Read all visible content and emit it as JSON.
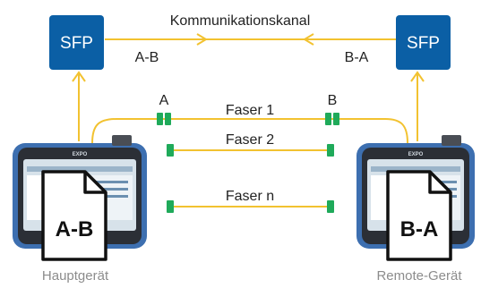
{
  "channel_title": "Kommunikationskanal",
  "sfp_left": "SFP",
  "sfp_right": "SFP",
  "direction_left": "A-B",
  "direction_right": "B-A",
  "connector_a": "A",
  "connector_b": "B",
  "fibers": [
    "Faser 1",
    "Faser 2",
    "Faser n"
  ],
  "device_left": {
    "brand": "EXPO",
    "file": "A-B",
    "caption": "Hauptgerät"
  },
  "device_right": {
    "brand": "EXPO",
    "file": "B-A",
    "caption": "Remote-Gerät"
  },
  "colors": {
    "sfp": "#0b5fa5",
    "fiber_line": "#f2c230",
    "connector": "#1faa5a",
    "device_body": "#3d6fb0",
    "caption": "#8c8c8c"
  }
}
